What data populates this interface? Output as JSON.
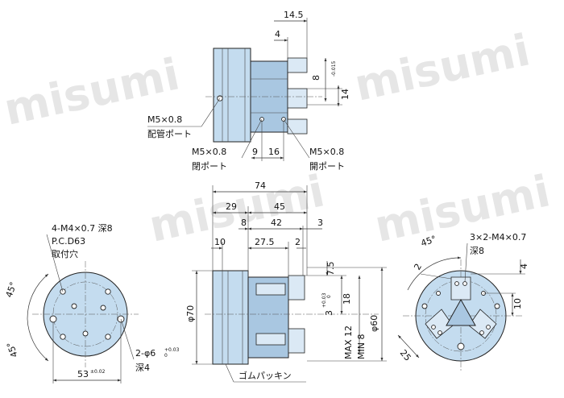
{
  "watermark": "misumi",
  "top_view": {
    "dim_14_5": "14.5",
    "dim_4": "4",
    "dim_8": "8",
    "dim_8_tol": "-0.015",
    "dim_14": "14",
    "port_supply_thread": "M5×0.8",
    "port_supply_label": "配管ポート",
    "port_close_thread": "M5×0.8",
    "port_close_label": "閉ポート",
    "port_open_thread": "M5×0.8",
    "port_open_label": "開ポート",
    "dim_9": "9",
    "dim_16": "16"
  },
  "left_view": {
    "tap_spec": "4-M4×0.7 深8",
    "pcd": "P.C.D63",
    "mount_hole": "取付穴",
    "angle_top": "45°",
    "angle_bottom": "45°",
    "pin_hole": "2-φ6",
    "pin_tol": "+0.03",
    "pin_tol2": "0",
    "pin_depth": "深4",
    "dim_53": "53",
    "dim_53_tol": "±0.02"
  },
  "side_view": {
    "dim_74": "74",
    "dim_29": "29",
    "dim_45": "45",
    "dim_8": "8",
    "dim_42": "42",
    "dim_3": "3",
    "dim_10": "10",
    "dim_27_5": "27.5",
    "dim_2": "2",
    "dim_7_5": "7.5",
    "dim_18": "18",
    "dim_3_tol": "3",
    "dim_3_tol_val": "+0.03",
    "dim_3_tol_low": "0",
    "dim_dia70": "φ70",
    "dim_dia60": "φ60",
    "stroke_max": "MAX 12",
    "stroke_min": "MIN 8",
    "gasket": "ゴムパッキン"
  },
  "right_view": {
    "angle": "45°",
    "tap_spec": "3×2-M4×0.7",
    "tap_depth": "深8",
    "dim_2": "2",
    "dim_4": "4",
    "dim_10": "10",
    "dim_25": "25"
  }
}
